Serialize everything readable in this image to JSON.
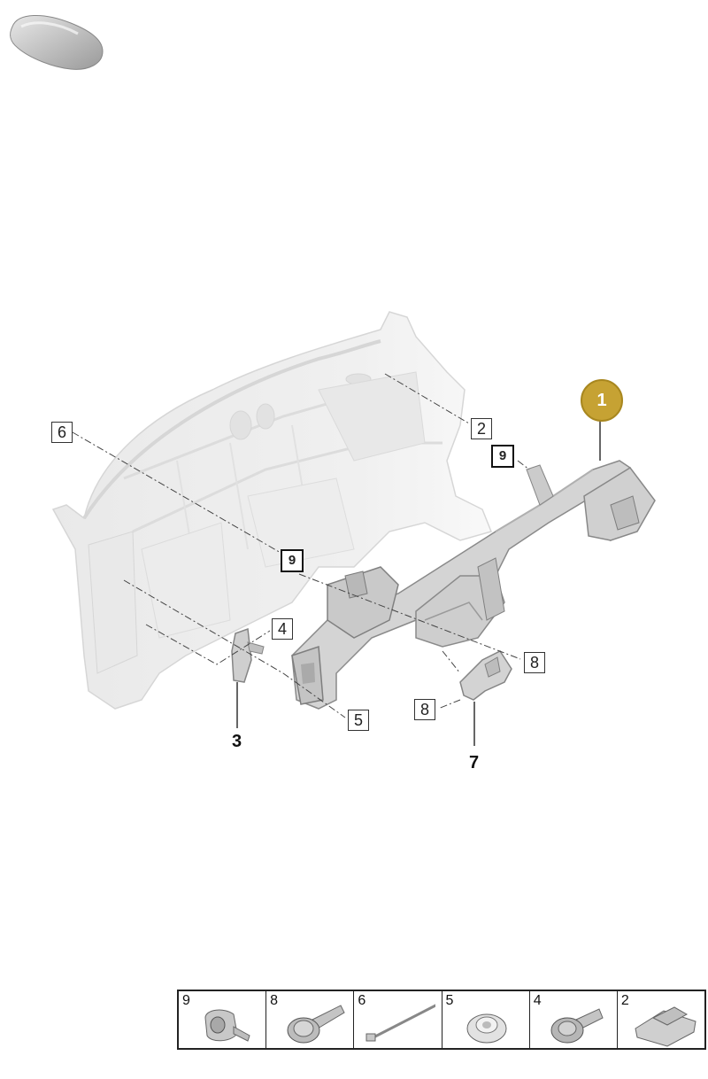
{
  "callouts": {
    "main_part": "1",
    "c2": "2",
    "c3": "3",
    "c4": "4",
    "c5": "5",
    "c6": "6",
    "c7": "7",
    "c8a": "8",
    "c8b": "8",
    "c9a": "9",
    "c9b": "9"
  },
  "legend": {
    "items": [
      {
        "number": "9",
        "icon": "clip-nut-icon"
      },
      {
        "number": "8",
        "icon": "flange-bolt-icon"
      },
      {
        "number": "6",
        "icon": "long-bolt-icon"
      },
      {
        "number": "5",
        "icon": "flange-nut-icon"
      },
      {
        "number": "4",
        "icon": "hex-bolt-icon"
      },
      {
        "number": "2",
        "icon": "bracket-pad-icon"
      }
    ]
  },
  "colors": {
    "badge": "#c6a233",
    "part_fill": "#d4d4d4",
    "part_stroke": "#8a8a8a",
    "body_fill": "#ececec"
  }
}
